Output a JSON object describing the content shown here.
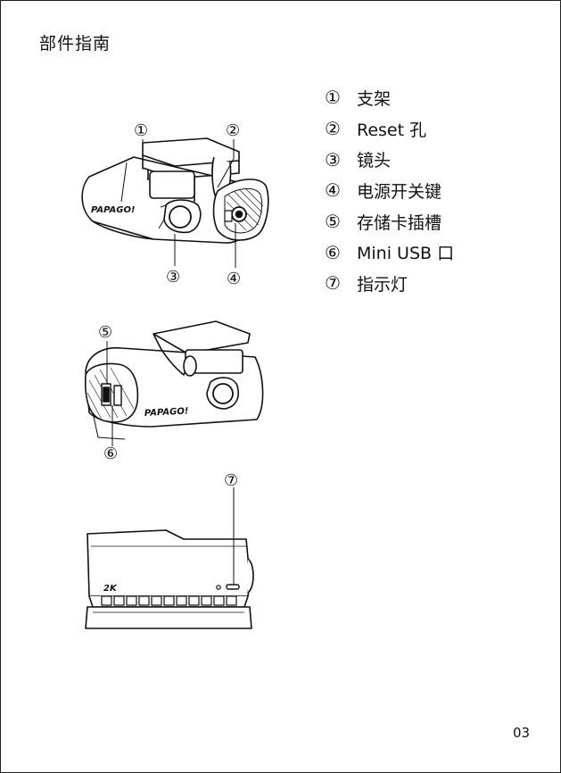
{
  "page_title": "部件指南",
  "parts": [
    {
      "num": "①",
      "label": "支架"
    },
    {
      "num": "②",
      "label": "Reset 孔"
    },
    {
      "num": "③",
      "label": "镜头"
    },
    {
      "num": "④",
      "label": "电源开关键"
    },
    {
      "num": "⑤",
      "label": "存储卡插槽"
    },
    {
      "num": "⑥",
      "label": "Mini USB 口"
    },
    {
      "num": "⑦",
      "label": "指示灯"
    }
  ],
  "illustration": {
    "brand": "PAPAGO!",
    "resolution_badge": "2K",
    "callouts": [
      "①",
      "②",
      "③",
      "④",
      "⑤",
      "⑥",
      "⑦"
    ]
  },
  "page_number": "03"
}
